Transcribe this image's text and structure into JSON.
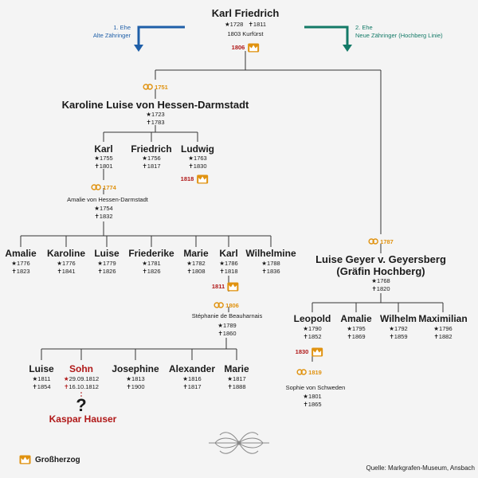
{
  "root": {
    "name": "Karl Friedrich",
    "born": "1728",
    "died": "1811",
    "note": "1803 Kurfürst",
    "crown_year": "1806"
  },
  "marriage1": {
    "label": "1. Ehe",
    "sub": "Alte Zähringer",
    "ring_year": "1751"
  },
  "marriage2": {
    "label": "2. Ehe",
    "sub": "Neue Zähringer (Hochberg Linie)",
    "ring_year": "1787"
  },
  "spouse1": {
    "name": "Karoline Luise von Hessen-Darmstadt",
    "born": "1723",
    "died": "1783"
  },
  "children1": [
    {
      "name": "Karl",
      "born": "1755",
      "died": "1801"
    },
    {
      "name": "Friedrich",
      "born": "1756",
      "died": "1817"
    },
    {
      "name": "Ludwig",
      "born": "1763",
      "died": "1830",
      "crown_year": "1818"
    }
  ],
  "karl_marriage": {
    "ring_year": "1774",
    "spouse": "Amalie von Hessen-Darmstadt",
    "born": "1754",
    "died": "1832"
  },
  "grandchildren": [
    {
      "name": "Amalie",
      "born": "1776",
      "died": "1823"
    },
    {
      "name": "Karoline",
      "born": "1776",
      "died": "1841"
    },
    {
      "name": "Luise",
      "born": "1779",
      "died": "1826"
    },
    {
      "name": "Friederike",
      "born": "1781",
      "died": "1826"
    },
    {
      "name": "Marie",
      "born": "1782",
      "died": "1808"
    },
    {
      "name": "Karl",
      "born": "1786",
      "died": "1818",
      "crown_year": "1811"
    },
    {
      "name": "Wilhelmine",
      "born": "1788",
      "died": "1836"
    }
  ],
  "karl2_marriage": {
    "ring_year": "1806",
    "spouse": "Stéphanie de Beauharnais",
    "born": "1789",
    "died": "1860"
  },
  "great_grandchildren": [
    {
      "name": "Luise",
      "born": "1811",
      "died": "1854"
    },
    {
      "name": "Sohn",
      "born": "29.09.1812",
      "died": "16.10.1812"
    },
    {
      "name": "Josephine",
      "born": "1813",
      "died": "1900"
    },
    {
      "name": "Alexander",
      "born": "1816",
      "died": "1817"
    },
    {
      "name": "Marie",
      "born": "1817",
      "died": "1888"
    }
  ],
  "mystery": {
    "mark": "?",
    "name": "Kaspar Hauser"
  },
  "spouse2": {
    "name_line1": "Luise Geyer v. Geyersberg",
    "name_line2": "(Gräfin Hochberg)",
    "born": "1768",
    "died": "1820"
  },
  "children2": [
    {
      "name": "Leopold",
      "born": "1790",
      "died": "1852",
      "crown_year": "1830"
    },
    {
      "name": "Amalie",
      "born": "1795",
      "died": "1869"
    },
    {
      "name": "Wilhelm",
      "born": "1792",
      "died": "1859"
    },
    {
      "name": "Maximilian",
      "born": "1796",
      "died": "1882"
    }
  ],
  "leopold_marriage": {
    "ring_year": "1819",
    "spouse": "Sophie von Schweden",
    "born": "1801",
    "died": "1865"
  },
  "legend": {
    "label": "Großherzog"
  },
  "source": "Quelle: Markgrafen-Museum, Ansbach",
  "symbols": {
    "born": "★",
    "died": "✝",
    "question": "?"
  },
  "colors": {
    "line": "#333333",
    "blue_arrow": "#1f5fa8",
    "teal_arrow": "#137a67",
    "ring": "#e0920f",
    "crown": "#e0920f",
    "red": "#b01818"
  }
}
